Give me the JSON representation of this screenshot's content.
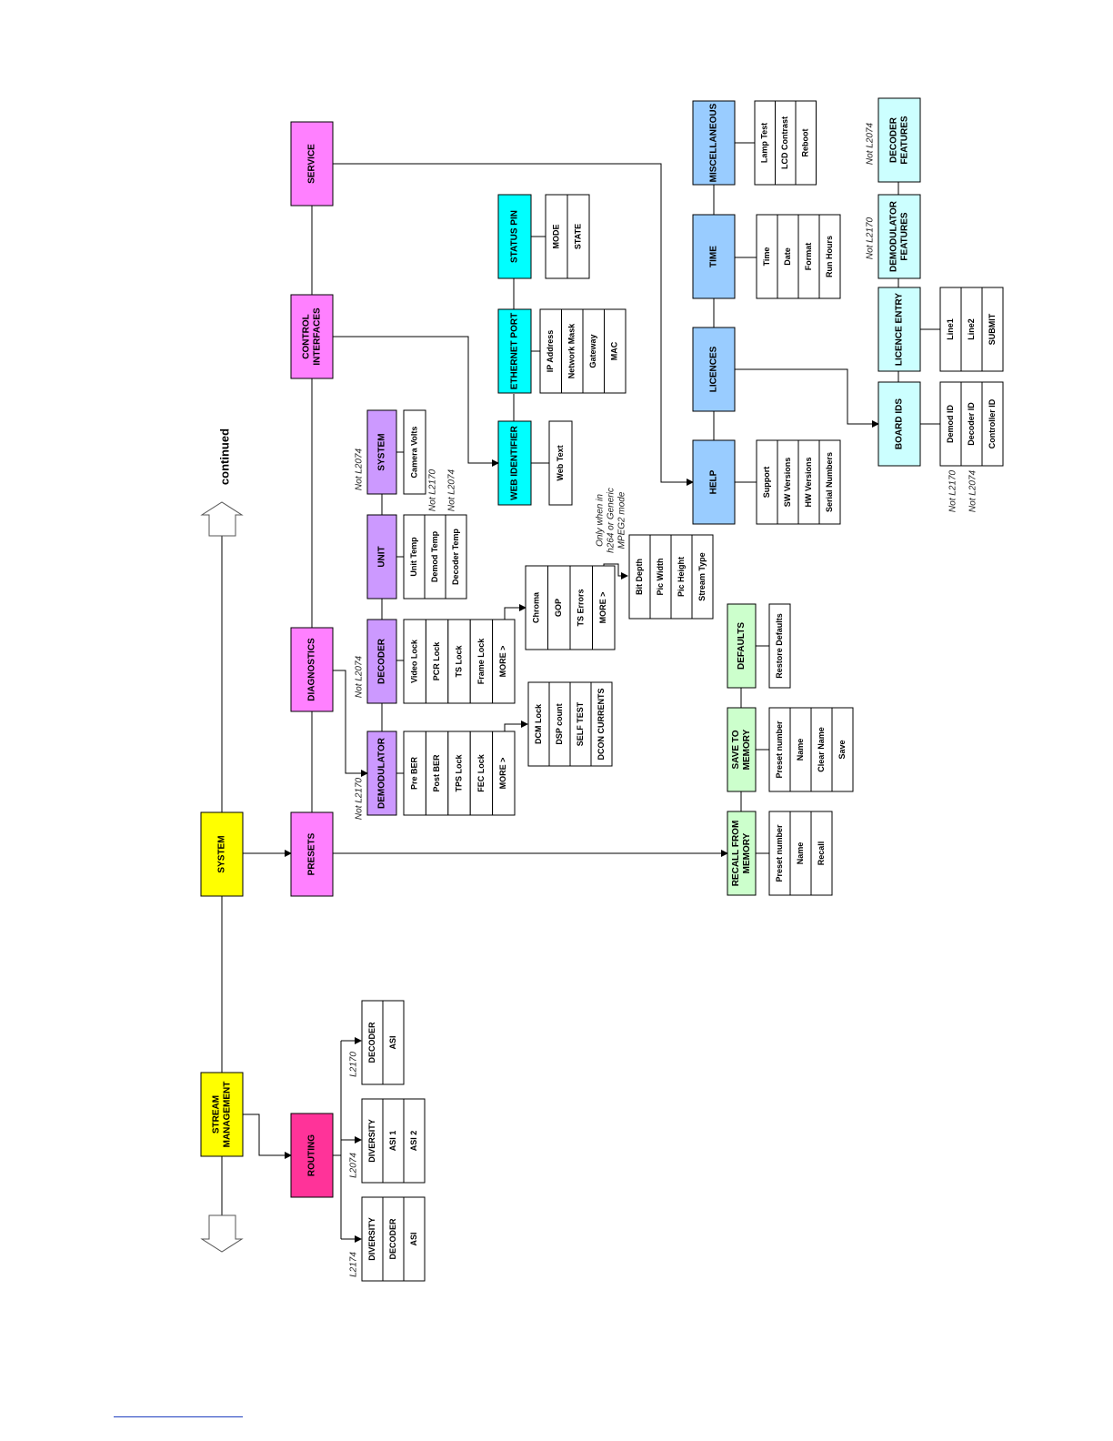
{
  "colors": {
    "yellow": "#ffff00",
    "magenta": "#ff80ff",
    "routing": "#ff3399",
    "purple": "#cc99ff",
    "cyan": "#00ffff",
    "blue": "#99ccff",
    "lightcyan": "#ccffff",
    "green": "#ccffcc",
    "line": "#000000"
  },
  "continued": "continued",
  "nodes": {
    "stream_management": [
      "STREAM",
      "MANAGEMENT"
    ],
    "system": "SYSTEM",
    "routing": "ROUTING",
    "presets": "PRESETS",
    "diagnostics": "DIAGNOSTICS",
    "control_interfaces": [
      "CONTROL",
      "INTERFACES"
    ],
    "service": "SERVICE",
    "demodulator": "DEMODULATOR",
    "decoder": "DECODER",
    "unit": "UNIT",
    "diag_system": "SYSTEM",
    "web_identifier": "WEB IDENTIFIER",
    "ethernet_port": "ETHERNET PORT",
    "status_pin": "STATUS PIN",
    "help": "HELP",
    "licences": "LICENCES",
    "time": "TIME",
    "miscellaneous": "MISCELLANEOUS",
    "board_ids": "BOARD IDS",
    "licence_entry": "LICENCE ENTRY",
    "demodulator_features": [
      "DEMODULATOR",
      "FEATURES"
    ],
    "decoder_features": [
      "DECODER",
      "FEATURES"
    ],
    "recall_from_memory": [
      "RECALL FROM",
      "MEMORY"
    ],
    "save_to_memory": [
      "SAVE TO",
      "MEMORY"
    ],
    "defaults": "DEFAULTS"
  },
  "lists": {
    "routing_l2174": [
      "DIVERSITY",
      "DECODER",
      "ASI"
    ],
    "routing_l2074": [
      "DIVERSITY",
      "ASI 1",
      "ASI 2"
    ],
    "routing_l2170": [
      "DECODER",
      "ASI"
    ],
    "demodulator": [
      "Pre BER",
      "Post BER",
      "TPS Lock",
      "FEC Lock",
      "MORE >"
    ],
    "demodulator_more": [
      "DCM Lock",
      "DSP count",
      "SELF TEST",
      "DCON CURRENTS"
    ],
    "decoder": [
      "Video Lock",
      "PCR Lock",
      "TS Lock",
      "Frame Lock",
      "MORE >"
    ],
    "decoder_more": [
      "Chroma",
      "GOP",
      "TS Errors",
      "MORE >"
    ],
    "decoder_more2": [
      "Bit Depth",
      "Pic Width",
      "Pic Height",
      "Stream Type"
    ],
    "unit": [
      "Unit Temp",
      "Demod Temp",
      "Decoder Temp"
    ],
    "diag_system": [
      "Camera Volts"
    ],
    "web_identifier": [
      "Web Text"
    ],
    "ethernet_port": [
      "IP Address",
      "Network Mask",
      "Gateway",
      "MAC"
    ],
    "status_pin": [
      "MODE",
      "STATE"
    ],
    "help": [
      "Support",
      "SW Versions",
      "HW Versions",
      "Serial Numbers"
    ],
    "time": [
      "Time",
      "Date",
      "Format",
      "Run Hours"
    ],
    "miscellaneous": [
      "Lamp Test",
      "LCD Contrast",
      "Reboot"
    ],
    "board_ids": [
      "Demod ID",
      "Decoder ID",
      "Controller ID"
    ],
    "licence_entry": [
      "Line1",
      "Line2",
      "SUBMIT"
    ],
    "recall": [
      "Preset number",
      "Name",
      "Recall"
    ],
    "save": [
      "Preset number",
      "Name",
      "Clear Name",
      "Save"
    ],
    "defaults": [
      "Restore Defaults"
    ]
  },
  "notes": {
    "l2174": "L2174",
    "l2074": "L2074",
    "l2170": "L2170",
    "not_l2170_demod": "Not L2170",
    "not_l2074_decoder": "Not L2074",
    "not_l2074_system": "Not L2074",
    "not_l2170_unit": "Not L2170",
    "not_l2074_unit": "Not L2074",
    "only_when": [
      "Only when in",
      "h264 or Generic",
      "MPEG2 mode"
    ],
    "not_l2170_board": "Not L2170",
    "not_l2074_board": "Not L2074",
    "not_l2170_features": "Not L2170",
    "not_l2074_features": "Not L2074"
  }
}
